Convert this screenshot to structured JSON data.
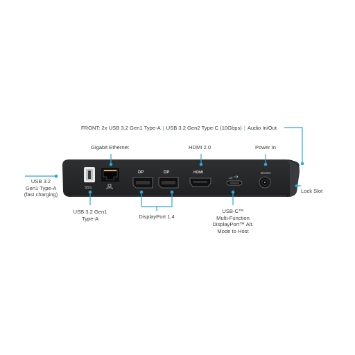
{
  "front_label": {
    "prefix": "FRONT: 2x USB 3.2 Gen1 Type-A",
    "separator": "|",
    "part2": "USB 3.2 Gen2 Type-C (10Gbps)",
    "part3": "Audio In/Out"
  },
  "callouts": {
    "gigabit_ethernet": "Gigabit Ethernet",
    "hdmi": "HDMI 2.0",
    "power_in": "Power In",
    "usb_left": [
      "USB 3.2",
      "Gen1 Type-A",
      "(fast charging)"
    ],
    "lock_slot": "Lock Slot",
    "usb_gen1": [
      "USB 3.2 Gen1",
      "Type-A"
    ],
    "displayport": "DisplayPort 1.4",
    "usbc": [
      "USB-C™",
      "Multi-Function",
      "DisplayPort™ Alt.",
      "Mode to Host"
    ]
  },
  "port_markings": {
    "usb_logo": "SS↯",
    "dp1": "DP",
    "dp2": "DP",
    "hdmi_logo": "HDMI",
    "dc_rating": "DC20V",
    "usbc_logo": "UP"
  },
  "colors": {
    "accent": "#2aa8d8",
    "dock_body": "#2b2c2e",
    "port_face": "#1b1c1d"
  }
}
